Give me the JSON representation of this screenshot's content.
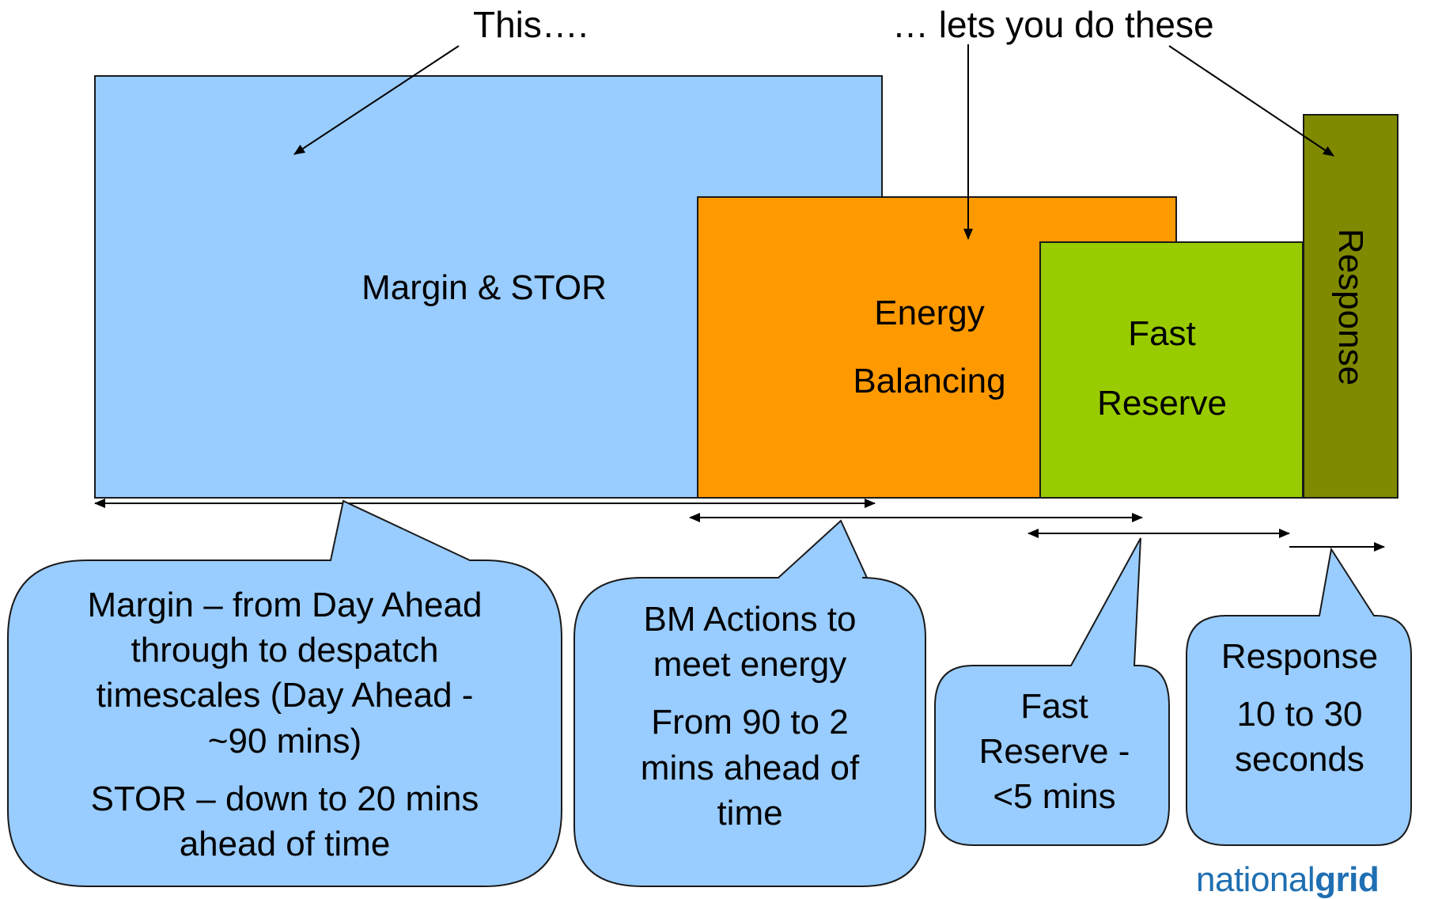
{
  "annotations": {
    "left_note": "This….",
    "right_note": "… lets you do these"
  },
  "blocks": {
    "margin_stor": {
      "label": "Margin & STOR",
      "color": "#99ccff"
    },
    "energy_balancing": {
      "line1": "Energy",
      "line2": "Balancing",
      "color": "#ff9900"
    },
    "fast_reserve": {
      "line1": "Fast",
      "line2": "Reserve",
      "color": "#99cc00"
    },
    "response": {
      "label": "Response",
      "color": "#808a00"
    }
  },
  "callouts": {
    "margin": {
      "lines": [
        "Margin – from Day Ahead",
        "through to despatch",
        "timescales (Day Ahead -",
        "~90 mins)"
      ],
      "lines2": [
        "STOR – down to 20 mins",
        "ahead of time"
      ]
    },
    "bm": {
      "lines": [
        "BM Actions to",
        "meet energy"
      ],
      "lines2": [
        "From 90 to 2",
        "mins ahead of",
        "time"
      ]
    },
    "fast": {
      "lines": [
        "Fast",
        "Reserve -",
        "<5 mins"
      ]
    },
    "response": {
      "lines": [
        "Response"
      ],
      "lines2": [
        "10 to 30",
        "seconds"
      ]
    }
  },
  "logo": {
    "light": "national",
    "bold": "grid"
  },
  "colors": {
    "callout_fill": "#99ccff",
    "callout_stroke": "#1a1a1a",
    "logo": "#1f6fb2"
  }
}
